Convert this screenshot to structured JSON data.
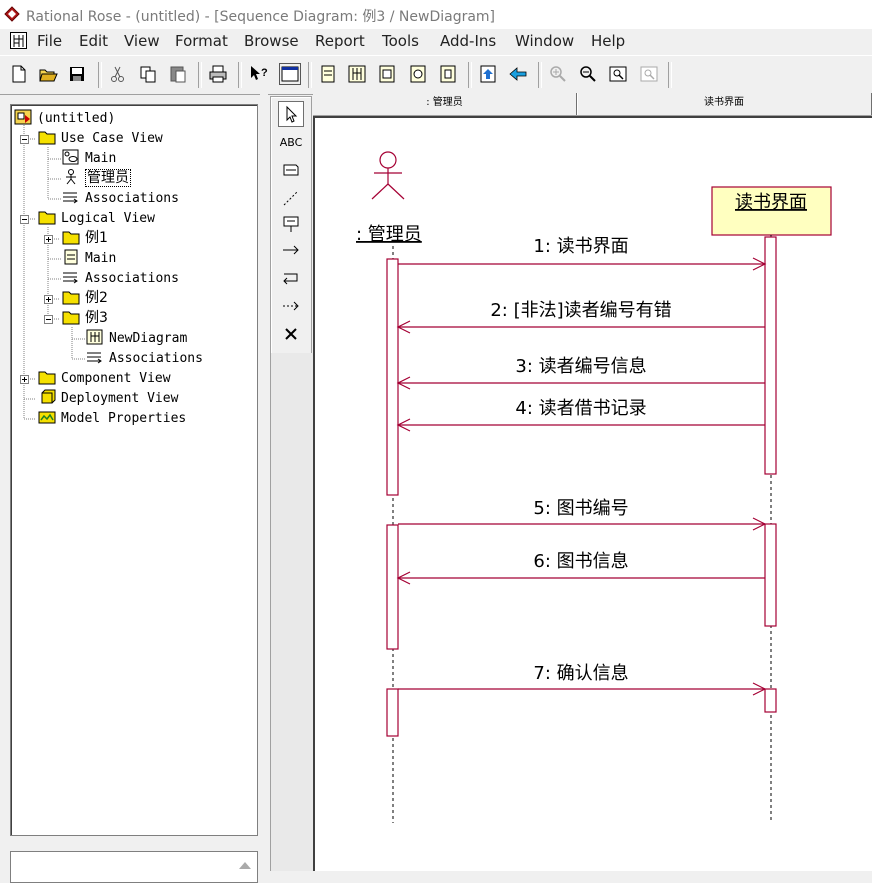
{
  "window": {
    "title": "Rational Rose - (untitled) - [Sequence Diagram: 例3 / NewDiagram]",
    "app_icon": "rational-rose-diamond-icon"
  },
  "menu": {
    "items": [
      "File",
      "Edit",
      "View",
      "Format",
      "Browse",
      "Report",
      "Tools",
      "Add-Ins",
      "Window",
      "Help"
    ]
  },
  "toolbar": {
    "buttons": [
      "new-file-icon",
      "open-folder-icon",
      "save-icon",
      "cut-icon",
      "copy-icon",
      "paste-icon",
      "print-icon",
      "context-help-icon",
      "view-documentation-icon",
      "browse-class-diagram-icon",
      "browse-interaction-diagram-icon",
      "browse-component-diagram-icon",
      "browse-deployment-diagram-icon",
      "browse-parent-icon",
      "browse-previous-diagram-icon",
      "back-arrow-icon",
      "zoom-in-icon",
      "zoom-out-icon",
      "fit-in-window-icon",
      "undo-fit-icon"
    ]
  },
  "browser": {
    "tree": [
      {
        "label": "(untitled)",
        "icon": "model-root-icon"
      },
      {
        "label": "Use Case View",
        "icon": "folder-icon"
      },
      {
        "label": "Main",
        "icon": "use-case-diagram-icon"
      },
      {
        "label": "管理员",
        "icon": "actor-icon"
      },
      {
        "label": "Associations",
        "icon": "associations-icon"
      },
      {
        "label": "Logical View",
        "icon": "folder-icon"
      },
      {
        "label": "例1",
        "icon": "folder-icon"
      },
      {
        "label": "Main",
        "icon": "class-diagram-icon"
      },
      {
        "label": "Associations",
        "icon": "associations-icon"
      },
      {
        "label": "例2",
        "icon": "folder-icon"
      },
      {
        "label": "例3",
        "icon": "folder-icon"
      },
      {
        "label": "NewDiagram",
        "icon": "sequence-diagram-icon"
      },
      {
        "label": "Associations",
        "icon": "associations-icon"
      },
      {
        "label": "Component View",
        "icon": "folder-icon"
      },
      {
        "label": "Deployment View",
        "icon": "deployment-view-icon"
      },
      {
        "label": "Model Properties",
        "icon": "model-properties-icon"
      }
    ]
  },
  "toolbox": {
    "tools": [
      "selection-arrow-icon",
      "ABC",
      "note-icon",
      "anchor-note-icon",
      "object-icon",
      "object-message-icon",
      "message-to-self-icon",
      "return-message-icon",
      "destruction-marker-icon"
    ]
  },
  "column_headers": [
    ": 管理员",
    "读书界面"
  ],
  "diagram": {
    "actor_label": ": 管理员",
    "object_label": "读书界面",
    "colors": {
      "line": "#a50034",
      "object_fill": "#ffffc0"
    },
    "messages": [
      {
        "label": "1: 读书界面"
      },
      {
        "label": "2: [非法]读者编号有错"
      },
      {
        "label": "3: 读者编号信息"
      },
      {
        "label": "4: 读者借书记录"
      },
      {
        "label": "5: 图书编号"
      },
      {
        "label": "6: 图书信息"
      },
      {
        "label": "7: 确认信息"
      }
    ]
  }
}
